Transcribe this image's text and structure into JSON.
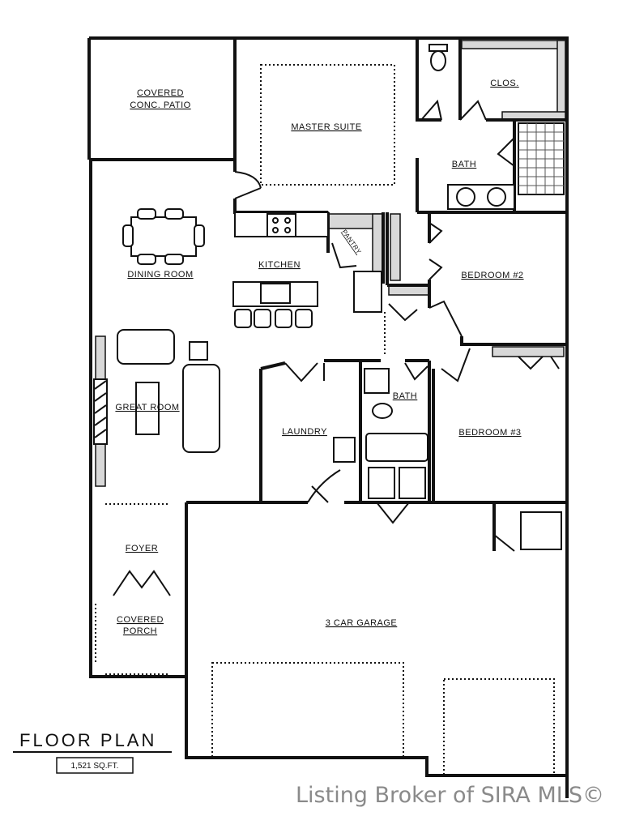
{
  "floor_plan": {
    "title": "FLOOR PLAN",
    "area": "1,521 SQ.FT.",
    "rooms": {
      "patio_line1": "COVERED",
      "patio_line2": "CONC. PATIO",
      "master_suite": "MASTER SUITE",
      "closet": "CLOS.",
      "master_bath": "BATH",
      "dining_room": "DINING ROOM",
      "kitchen": "KITCHEN",
      "pantry": "PANTRY",
      "bedroom2": "BEDROOM #2",
      "great_room": "GREAT ROOM",
      "laundry": "LAUNDRY",
      "bath2": "BATH",
      "bedroom3": "BEDROOM #3",
      "foyer": "FOYER",
      "porch_line1": "COVERED",
      "porch_line2": "PORCH",
      "garage": "3 CAR GARAGE"
    }
  },
  "watermark": "Listing Broker of SIRA MLS©",
  "colors": {
    "wall": "#111111",
    "hatch": "#d8d8d8",
    "watermark": "#8a8a8a"
  }
}
